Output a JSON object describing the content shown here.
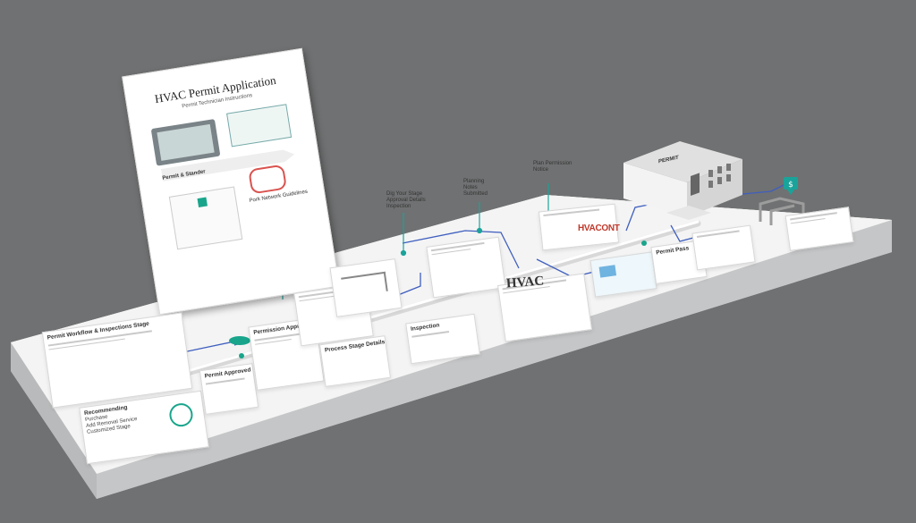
{
  "poster": {
    "title": "HVAC Permit Application",
    "subtitle": "Permit Technician Instructions",
    "section1": "Permit & Stander",
    "section2": "Pork Network Guidelines"
  },
  "callouts": [
    {
      "id": "c1",
      "text": "Dig Your Stage\nApproval Details\nInspection"
    },
    {
      "id": "c2",
      "text": "Planning\nNotes\nSubmitted"
    },
    {
      "id": "c3",
      "text": "Plan Permission\nNotice"
    }
  ],
  "building": {
    "label": "PERMIT"
  },
  "brand": {
    "text": "HVACONT"
  },
  "hvac_big": {
    "text": "HVAC"
  },
  "left_card": {
    "title": "Permit Workflow & Inspections Stage"
  },
  "recommend": {
    "title": "Recommending",
    "body": "Purchase\nAdd Removal Service\nCustomized Stage"
  },
  "stage_labels": [
    {
      "id": "s1",
      "text": "Permit Approved"
    },
    {
      "id": "s2",
      "text": "Permission Approval"
    },
    {
      "id": "s3",
      "text": "Process Stage Details"
    },
    {
      "id": "s4",
      "text": "Inspection"
    },
    {
      "id": "s5",
      "text": "Permit Pass"
    }
  ],
  "colors": {
    "accent": "#19a58b",
    "connector": "#3f5fbf",
    "teal": "#1aa39a"
  }
}
